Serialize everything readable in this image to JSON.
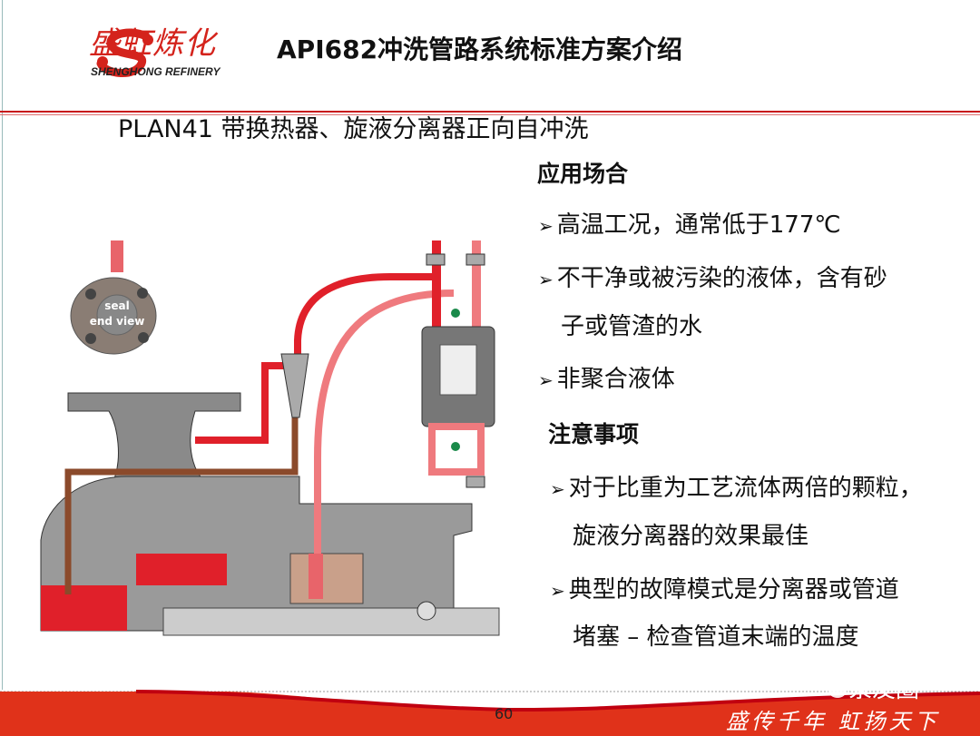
{
  "header": {
    "logo_cn": "盛虹炼化",
    "logo_en": "SHENGHONG REFINERY",
    "title": "API682冲洗管路系统标准方案介绍"
  },
  "subtitle": "PLAN41 带换热器、旋液分离器正向自冲洗",
  "diagram": {
    "seal_label_1": "seal",
    "seal_label_2": "end view"
  },
  "sections": [
    {
      "heading": "应用场合",
      "bullets": [
        [
          "高温工况，通常低于177℃"
        ],
        [
          "不干净或被污染的液体，含有砂",
          "子或管渣的水"
        ],
        [
          "非聚合液体"
        ]
      ]
    },
    {
      "heading": "注意事项",
      "bullets": [
        [
          "对于比重为工艺流体两倍的颗粒，",
          "旋液分离器的效果最佳"
        ],
        [
          "典型的故障模式是分离器或管道",
          "堵塞 – 检查管道末端的温度"
        ]
      ]
    }
  ],
  "footer": {
    "page_number": "60",
    "slogan": "盛传千年 虹扬天下",
    "watermark": "泵友圈"
  },
  "colors": {
    "brand_red": "#d4231c",
    "footer_red": "#e0321a"
  }
}
